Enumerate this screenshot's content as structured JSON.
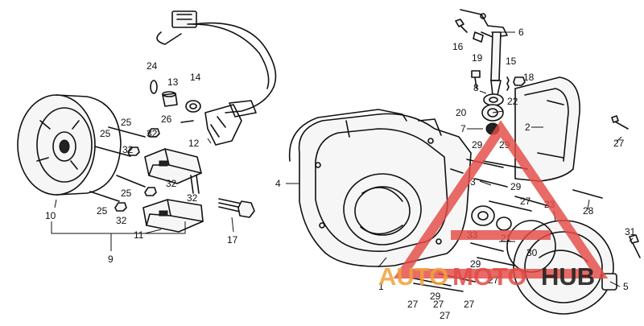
{
  "callouts": [
    {
      "text": "1"
    },
    {
      "text": "2"
    },
    {
      "text": "3"
    },
    {
      "text": "4"
    },
    {
      "text": "5"
    },
    {
      "text": "6"
    },
    {
      "text": "7"
    },
    {
      "text": "8"
    },
    {
      "text": "9"
    },
    {
      "text": "10"
    },
    {
      "text": "11"
    },
    {
      "text": "12"
    },
    {
      "text": "13"
    },
    {
      "text": "14"
    },
    {
      "text": "15"
    },
    {
      "text": "16"
    },
    {
      "text": "17"
    },
    {
      "text": "18"
    },
    {
      "text": "19"
    },
    {
      "text": "20"
    },
    {
      "text": "21"
    },
    {
      "text": "22"
    },
    {
      "text": "23"
    },
    {
      "text": "24"
    },
    {
      "text": "25"
    },
    {
      "text": "25"
    },
    {
      "text": "25"
    },
    {
      "text": "25"
    },
    {
      "text": "26"
    },
    {
      "text": "27"
    },
    {
      "text": "27"
    },
    {
      "text": "27"
    },
    {
      "text": "27"
    },
    {
      "text": "27"
    },
    {
      "text": "27"
    },
    {
      "text": "27"
    },
    {
      "text": "28"
    },
    {
      "text": "29"
    },
    {
      "text": "29"
    },
    {
      "text": "29"
    },
    {
      "text": "29"
    },
    {
      "text": "29"
    },
    {
      "text": "30"
    },
    {
      "text": "31"
    },
    {
      "text": "32"
    },
    {
      "text": "32"
    },
    {
      "text": "32"
    },
    {
      "text": "32"
    },
    {
      "text": "32"
    },
    {
      "text": "33"
    }
  ],
  "watermark": {
    "part1": "AUTO",
    "part2": "MOTO",
    "part3": "HUB",
    "color_red": "#e34a45",
    "color_orange": "#f2a23a",
    "color_dark": "#222222"
  }
}
